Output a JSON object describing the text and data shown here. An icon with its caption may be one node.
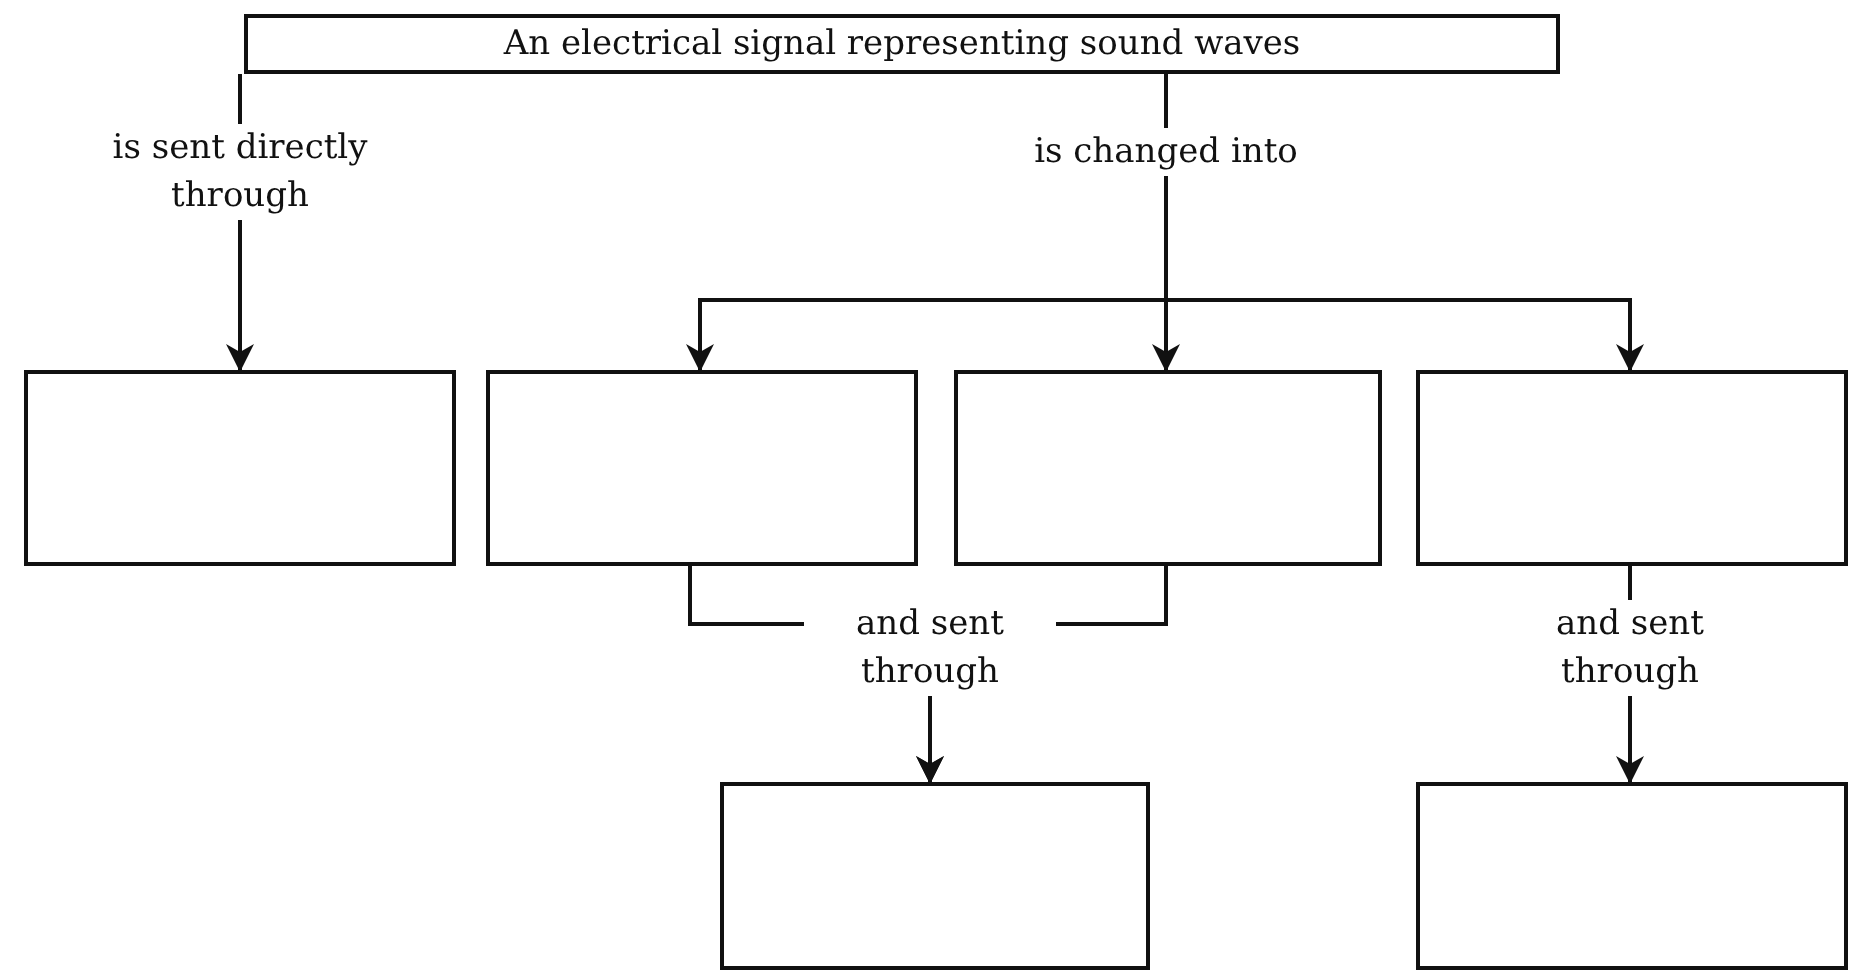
{
  "diagram": {
    "nodes": [
      {
        "text": [
          "An electrical signal representing sound waves"
        ]
      },
      {
        "text": [],
        "shape": "box"
      },
      {
        "text": [],
        "shape": "box"
      },
      {
        "text": [],
        "shape": "box"
      },
      {
        "text": [],
        "shape": "box"
      },
      {
        "text": [],
        "shape": "box"
      },
      {
        "text": [],
        "shape": "box"
      }
    ],
    "edges": [
      {
        "from": 0,
        "to": 1,
        "arrow": "to",
        "label": "is sent directly through"
      },
      {
        "from": 0,
        "to": 2,
        "arrow": "to"
      },
      {
        "from": 0,
        "to": 3,
        "arrow": "to",
        "label": "is changed into"
      },
      {
        "from": 0,
        "to": 4,
        "arrow": "to"
      },
      {
        "from": 2,
        "to": 5,
        "arrow": "to",
        "label": "and sent through"
      },
      {
        "from": 3,
        "to": 5,
        "arrow": "to"
      },
      {
        "from": 4,
        "to": 6,
        "arrow": "to",
        "label": "and sent through"
      }
    ]
  }
}
